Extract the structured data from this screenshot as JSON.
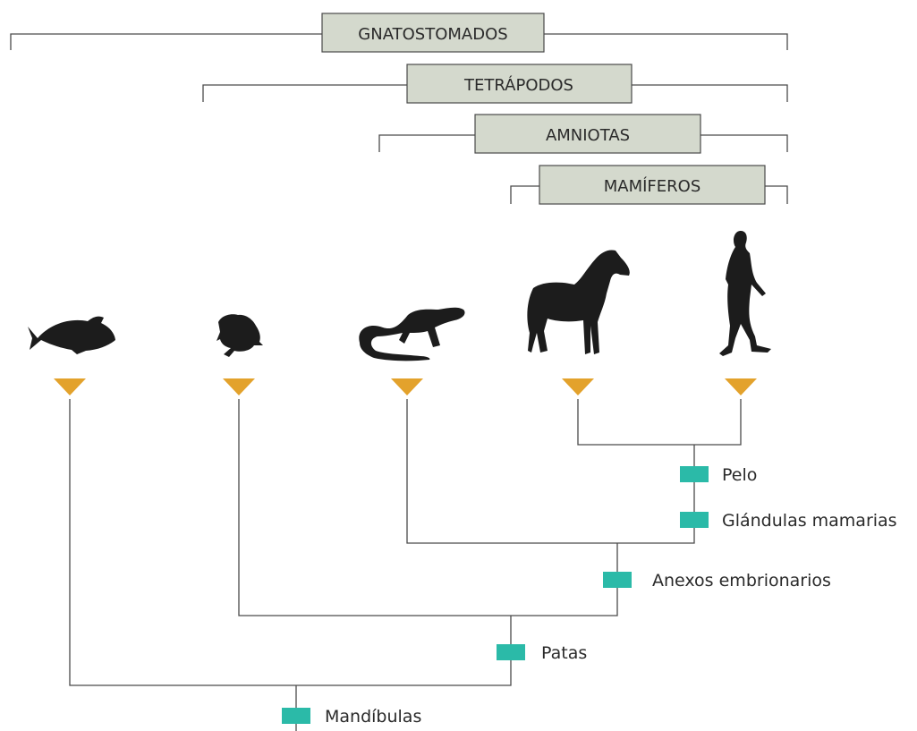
{
  "groups": [
    {
      "id": "gnatostomados",
      "label": "GNATOSTOMADOS"
    },
    {
      "id": "tetrapodos",
      "label": "TETRÁPODOS"
    },
    {
      "id": "amniotas",
      "label": "AMNIOTAS"
    },
    {
      "id": "mamiferos",
      "label": "MAMÍFEROS"
    }
  ],
  "taxa": [
    {
      "id": "fish",
      "icon": "fish-icon"
    },
    {
      "id": "frog",
      "icon": "frog-icon"
    },
    {
      "id": "salamander",
      "icon": "salamander-icon"
    },
    {
      "id": "horse",
      "icon": "horse-icon"
    },
    {
      "id": "human",
      "icon": "human-icon"
    }
  ],
  "traits": [
    {
      "id": "pelo",
      "label": "Pelo"
    },
    {
      "id": "glandulas",
      "label": "Glándulas mamarias"
    },
    {
      "id": "anexos",
      "label": "Anexos embrionarios"
    },
    {
      "id": "patas",
      "label": "Patas"
    },
    {
      "id": "mandibulas",
      "label": "Mandíbulas"
    }
  ],
  "colors": {
    "group_box": "#d4d9cd",
    "trait_mark": "#2bbaa8",
    "tip_marker": "#e3a22c",
    "silhouette": "#1c1c1c",
    "line": "#4a4a4a"
  }
}
